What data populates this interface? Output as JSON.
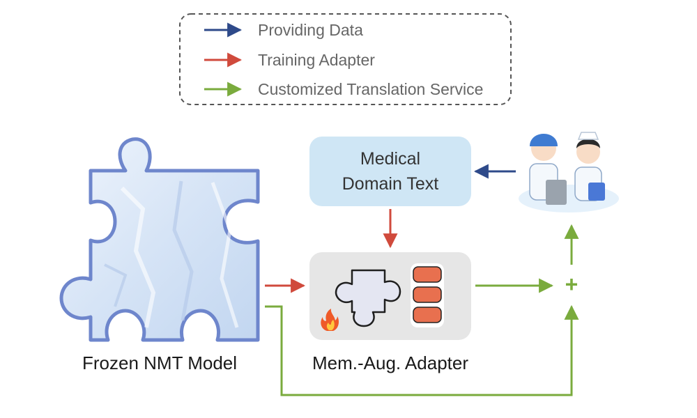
{
  "legend": {
    "items": [
      {
        "label": "Providing Data",
        "color": "#2e4a8a"
      },
      {
        "label": "Training Adapter",
        "color": "#d04a3c"
      },
      {
        "label": "Customized Translation Service",
        "color": "#7aab3d"
      }
    ]
  },
  "nodes": {
    "frozen_model_label": "Frozen NMT Model",
    "medical_text_line1": "Medical",
    "medical_text_line2": "Domain Text",
    "adapter_label": "Mem.-Aug. Adapter",
    "combine_symbol": "+"
  },
  "colors": {
    "provide": "#2e4a8a",
    "train": "#d04a3c",
    "service": "#7aab3d",
    "medical_box": "#cfe6f5",
    "adapter_box": "#e6e6e6",
    "memory_cell": "#e8704f",
    "puzzle_fill": "#dfeaf8",
    "puzzle_edge": "#6e86cc"
  },
  "icons": {
    "model": "puzzle-piece-icon",
    "adapter_piece": "puzzle-piece-outline-icon",
    "memory": "memory-stack-icon",
    "trainable": "fire-icon",
    "users": "doctor-nurse-icon"
  }
}
